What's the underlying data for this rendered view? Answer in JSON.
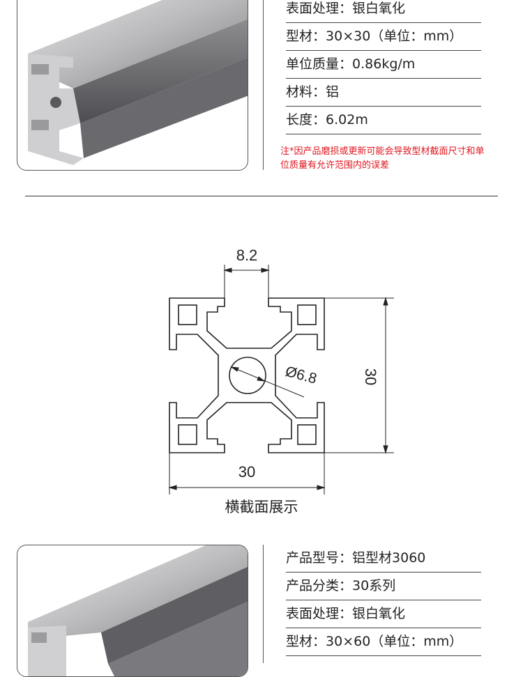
{
  "top_specs": [
    {
      "label": "表面处理：",
      "value": "银白氧化"
    },
    {
      "label": "型材：",
      "value": "30×30（单位：mm）"
    },
    {
      "label": "单位质量：",
      "value": "0.86kg/m"
    },
    {
      "label": "材料：",
      "value": "铝"
    },
    {
      "label": "长度：",
      "value": "6.02m"
    }
  ],
  "note": "注*因产品磨损或更新可能会导致型材截面尺寸和单位质量有允许范围内的误差",
  "drawing": {
    "slot_width": "8.2",
    "hole_diameter": "Ø6.8",
    "height": "30",
    "width": "30"
  },
  "caption": "横截面展示",
  "bottom_specs": [
    {
      "label": "产品型号：",
      "value": "铝型材3060"
    },
    {
      "label": "产品分类：",
      "value": "30系列"
    },
    {
      "label": "表面处理：",
      "value": "银白氧化"
    },
    {
      "label": "型材：",
      "value": "30×60（单位：mm）"
    }
  ],
  "colors": {
    "note": "#e0151e",
    "line": "#444444",
    "text": "#222222"
  }
}
